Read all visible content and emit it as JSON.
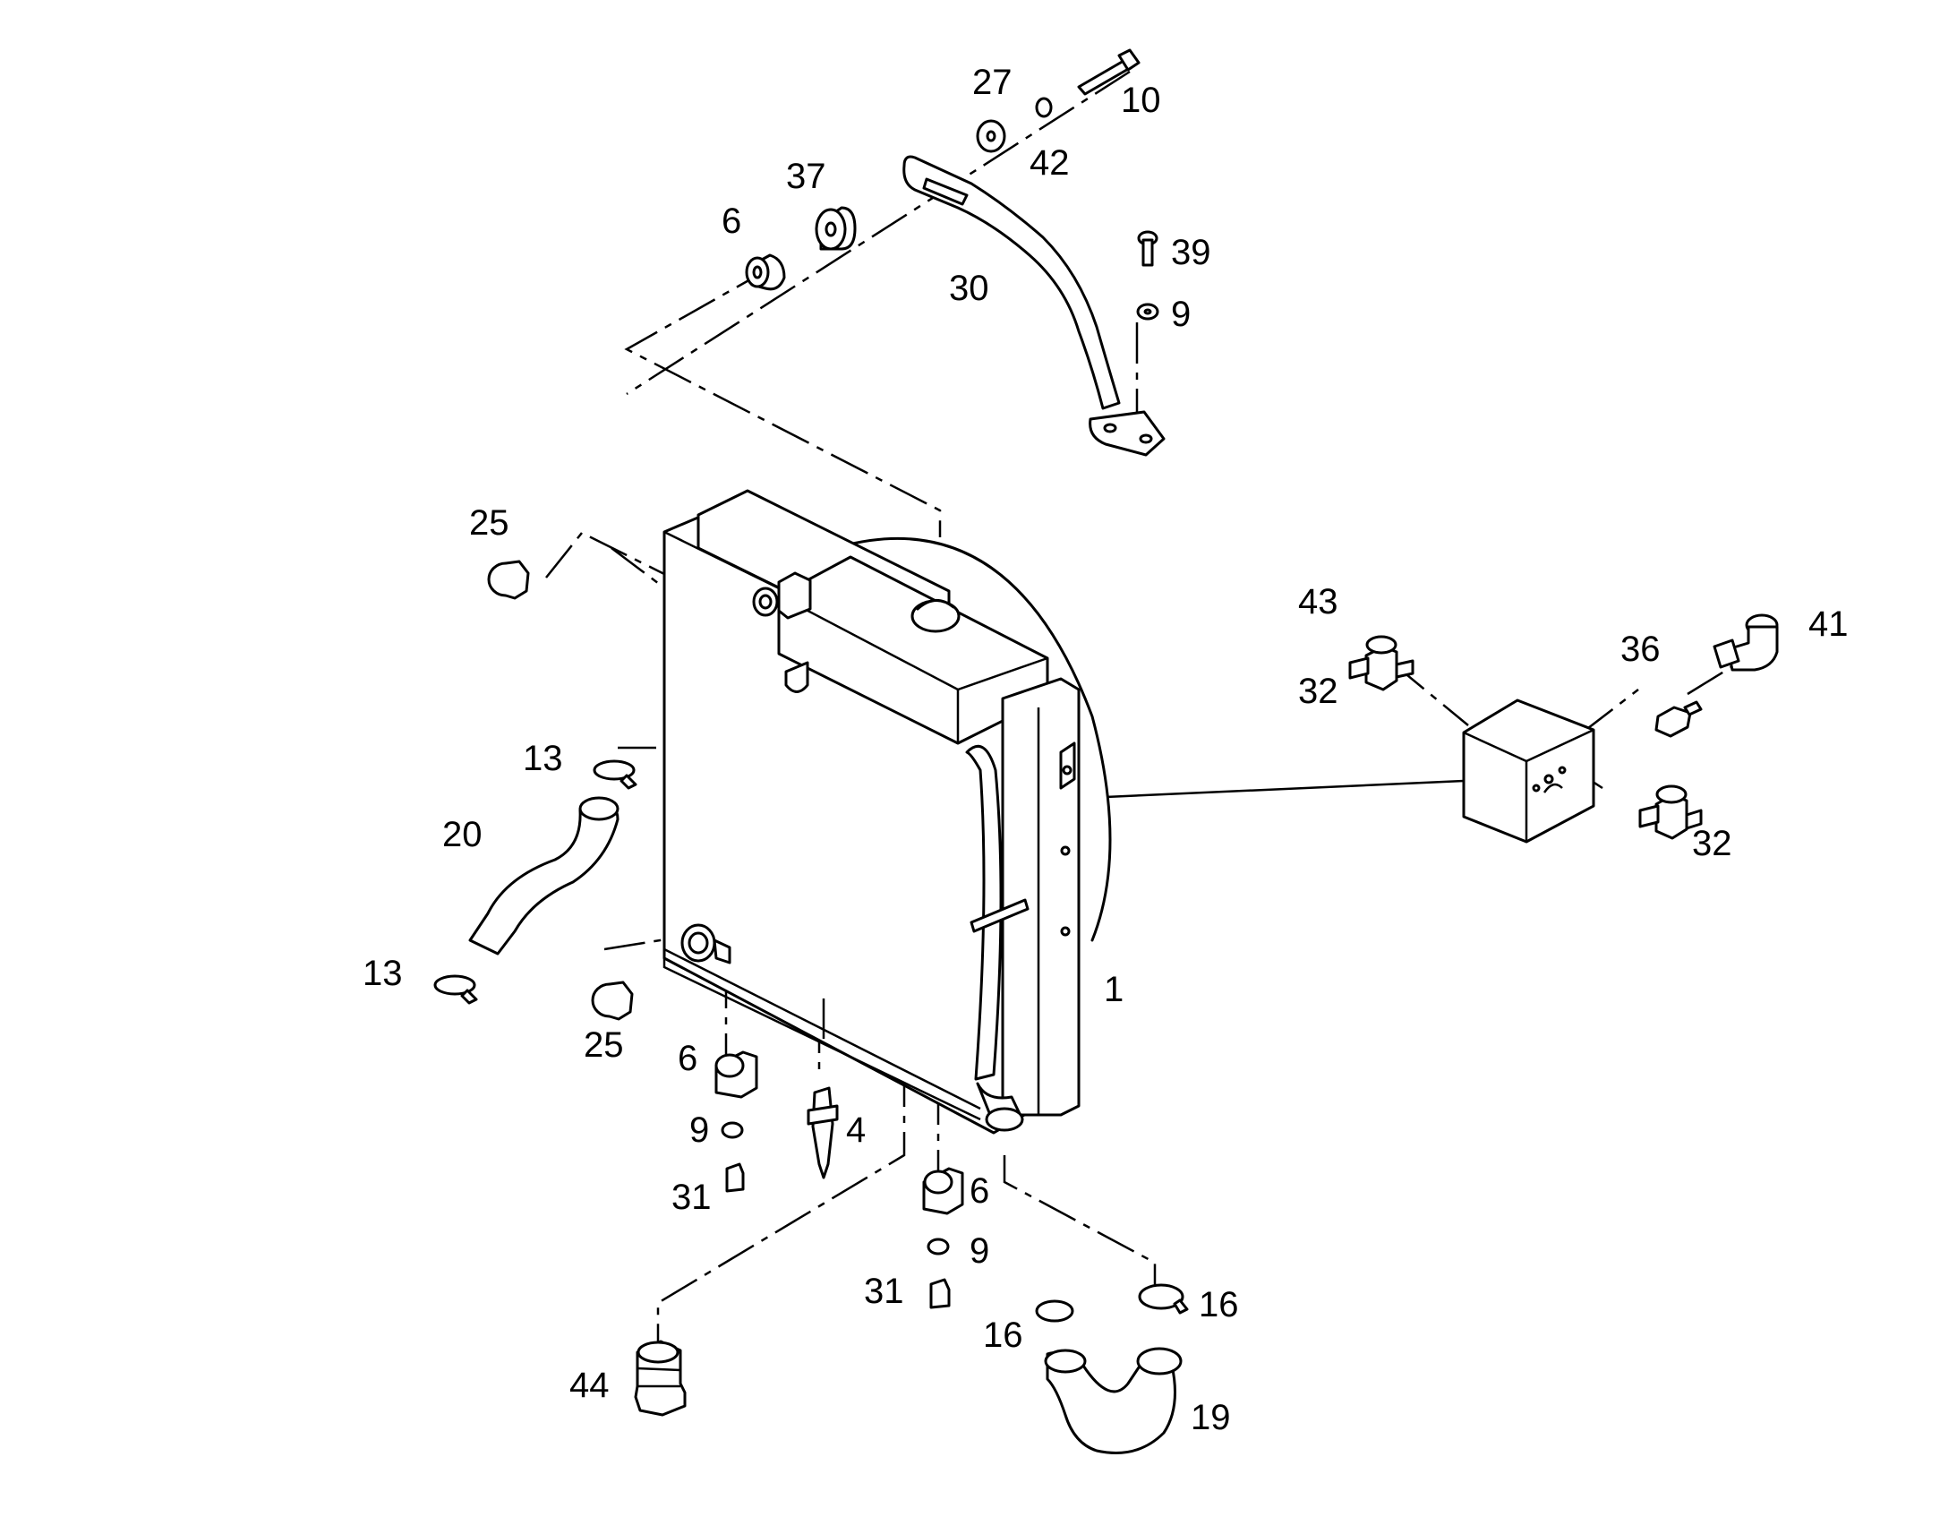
{
  "callouts": {
    "c1": "1",
    "c4": "4",
    "c6a": "6",
    "c6b": "6",
    "c6c": "6",
    "c9a": "9",
    "c9b": "9",
    "c9c": "9",
    "c10": "10",
    "c13a": "13",
    "c13b": "13",
    "c16a": "16",
    "c16b": "16",
    "c19": "19",
    "c20": "20",
    "c25a": "25",
    "c25b": "25",
    "c27": "27",
    "c30": "30",
    "c31a": "31",
    "c31b": "31",
    "c32a": "32",
    "c32b": "32",
    "c36": "36",
    "c37": "37",
    "c39": "39",
    "c41": "41",
    "c42": "42",
    "c43": "43",
    "c44": "44"
  },
  "colors": {
    "line": "#000000",
    "background": "#ffffff"
  }
}
